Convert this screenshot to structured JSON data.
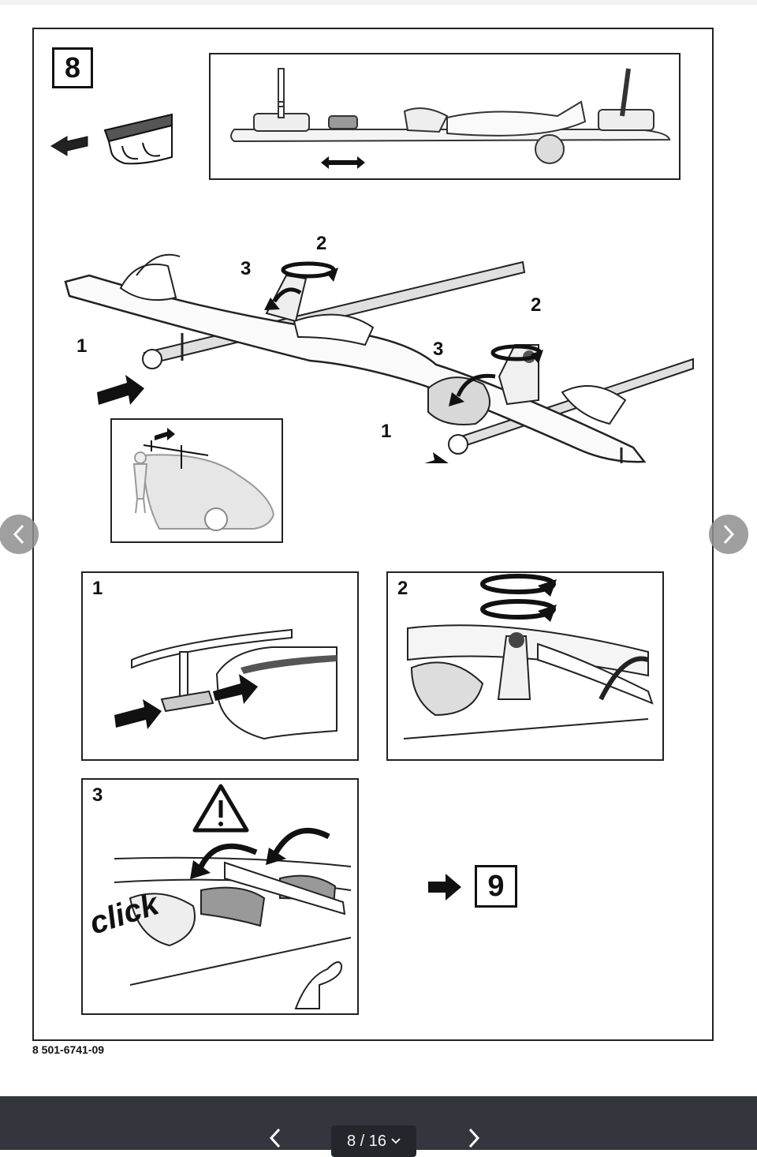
{
  "document": {
    "step_number": "8",
    "next_step_number": "9",
    "doc_code": "8 501-6741-09",
    "callouts": {
      "main_one_left": "1",
      "main_one_right": "1",
      "main_two_top": "2",
      "main_two_right": "2",
      "main_three_top": "3",
      "main_three_right": "3"
    },
    "panels": [
      {
        "number": "1"
      },
      {
        "number": "2"
      },
      {
        "number": "3",
        "sound_word": "click"
      }
    ]
  },
  "viewer": {
    "pager_label": "8 / 16",
    "icons": {
      "prev_side": "chevron-left-icon",
      "next_side": "chevron-right-icon",
      "prev_bottom": "chevron-left-icon",
      "next_bottom": "chevron-right-icon",
      "pager_dropdown": "chevron-down-icon"
    },
    "colors": {
      "bottom_bar": "#33373d",
      "pager_bg": "#23272c",
      "side_nav": "#8f8f8f"
    }
  }
}
